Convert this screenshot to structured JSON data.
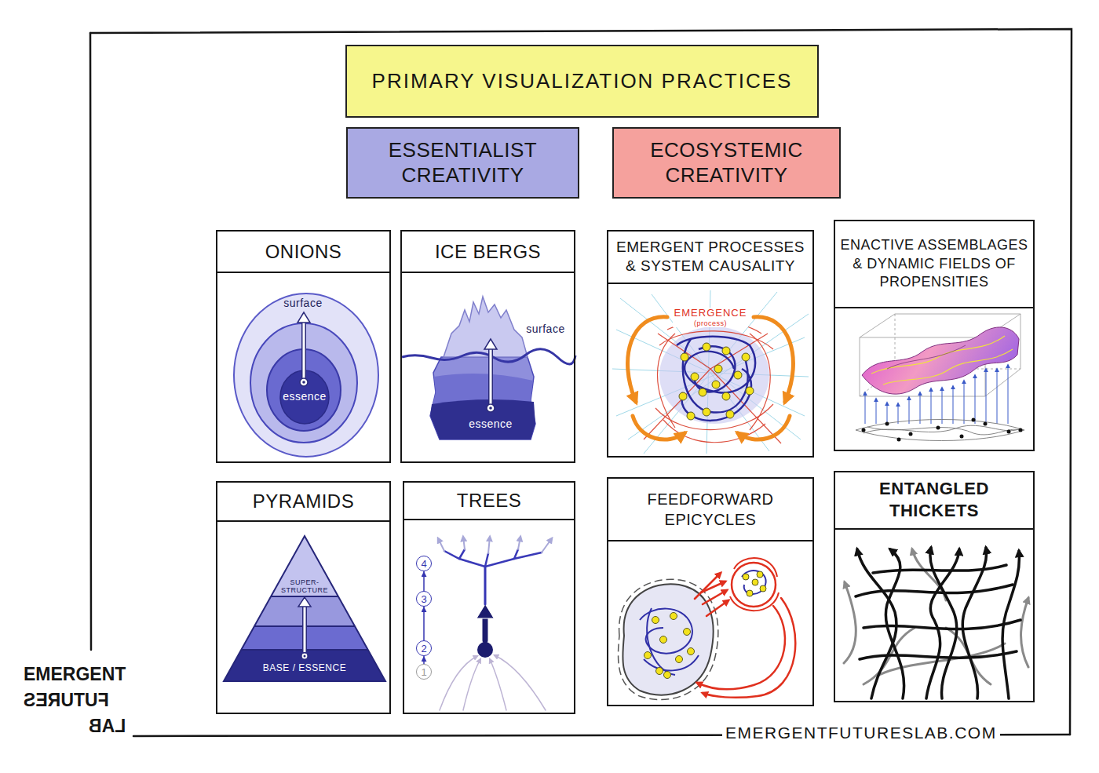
{
  "diagram": {
    "title": "PRIMARY VISUALIZATION PRACTICES",
    "nodes": [
      {
        "text": [
          "ESSENTIALIST CREATIVITY"
        ]
      },
      {
        "text": [
          "ECOSYSTEMIC CREATIVITY"
        ]
      },
      {
        "text": [
          "ONIONS",
          "surface",
          "essence"
        ]
      },
      {
        "text": [
          "ICE BERGS",
          "surface",
          "essence"
        ]
      },
      {
        "text": [
          "EMERGENT PROCESSES & SYSTEM CAUSALITY",
          "EMERGENCE (process)"
        ]
      },
      {
        "text": [
          "ENACTIVE ASSEMBLAGES & DYNAMIC FIELDS OF PROPENSITIES"
        ]
      },
      {
        "text": [
          "PYRAMIDS",
          "SUPER- STRUCTURE",
          "BASE / ESSENCE"
        ]
      },
      {
        "text": [
          "TREES"
        ]
      },
      {
        "text": [
          "4"
        ],
        "in": 7
      },
      {
        "text": [
          "3"
        ],
        "in": 7
      },
      {
        "text": [
          "2"
        ],
        "in": 7
      },
      {
        "text": [
          "1"
        ],
        "in": 7
      },
      {
        "text": [
          "FEEDFORWARD EPICYCLES"
        ]
      },
      {
        "text": [
          "ENTANGLED THICKETS"
        ]
      }
    ],
    "edges": [
      {
        "from": 11,
        "to": 10,
        "arrow": "to"
      },
      {
        "from": 10,
        "to": 9,
        "arrow": "to"
      },
      {
        "from": 9,
        "to": 8,
        "arrow": "to"
      }
    ],
    "labels": [
      "EMERGENT",
      "FUTURES",
      "LAB",
      "EMERGENTFUTURESLAB.COM"
    ]
  }
}
